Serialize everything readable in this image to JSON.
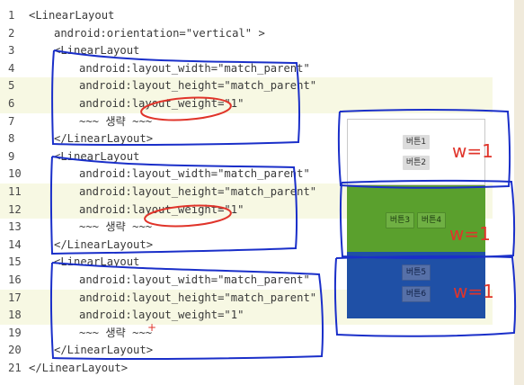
{
  "code_lines": [
    {
      "n": "1",
      "text": "<LinearLayout",
      "indent": 0,
      "hl": false
    },
    {
      "n": "2",
      "text": "android:orientation=\"vertical\" >",
      "indent": 1,
      "hl": false
    },
    {
      "n": "3",
      "text": "<LinearLayout",
      "indent": 1,
      "hl": false
    },
    {
      "n": "4",
      "text": "android:layout_width=\"match_parent\"",
      "indent": 2,
      "hl": false
    },
    {
      "n": "5",
      "text": "android:layout_height=\"match_parent\"",
      "indent": 2,
      "hl": true
    },
    {
      "n": "6",
      "text": "android:layout_weight=\"1\"",
      "indent": 2,
      "hl": true
    },
    {
      "n": "7",
      "text": "~~~ 생략 ~~~",
      "indent": 2,
      "hl": false
    },
    {
      "n": "8",
      "text": "</LinearLayout>",
      "indent": 1,
      "hl": false
    },
    {
      "n": "9",
      "text": "<LinearLayout",
      "indent": 1,
      "hl": false
    },
    {
      "n": "10",
      "text": "android:layout_width=\"match_parent\"",
      "indent": 2,
      "hl": false
    },
    {
      "n": "11",
      "text": "android:layout_height=\"match_parent\"",
      "indent": 2,
      "hl": true
    },
    {
      "n": "12",
      "text": "android:layout_weight=\"1\"",
      "indent": 2,
      "hl": true
    },
    {
      "n": "13",
      "text": "~~~ 생략 ~~~",
      "indent": 2,
      "hl": false
    },
    {
      "n": "14",
      "text": "</LinearLayout>",
      "indent": 1,
      "hl": false
    },
    {
      "n": "15",
      "text": "<LinearLayout",
      "indent": 1,
      "hl": false
    },
    {
      "n": "16",
      "text": "android:layout_width=\"match_parent\"",
      "indent": 2,
      "hl": false
    },
    {
      "n": "17",
      "text": "android:layout_height=\"match_parent\"",
      "indent": 2,
      "hl": true
    },
    {
      "n": "18",
      "text": "android:layout_weight=\"1\"",
      "indent": 2,
      "hl": true
    },
    {
      "n": "19",
      "text": "~~~ 생략 ~~~",
      "indent": 2,
      "hl": false
    },
    {
      "n": "20",
      "text": "</LinearLayout>",
      "indent": 1,
      "hl": false
    },
    {
      "n": "21",
      "text": "</LinearLayout>",
      "indent": 0,
      "hl": false
    }
  ],
  "preview": {
    "panel1": {
      "buttons": [
        "버튼1",
        "버튼2"
      ],
      "color": "#ffffff"
    },
    "panel2": {
      "buttons": [
        "버튼3",
        "버튼4"
      ],
      "color": "#5aa02d"
    },
    "panel3": {
      "buttons": [
        "버튼5",
        "버튼6"
      ],
      "color": "#1f50a6"
    }
  },
  "annotations": {
    "weight_label": "w=1",
    "pen_color": "#e0342a",
    "box_color": "#1a2fc9"
  }
}
